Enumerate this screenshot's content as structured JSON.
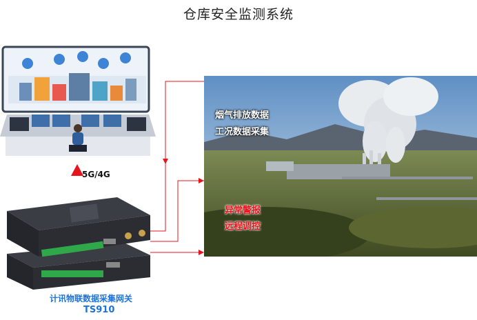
{
  "title": "仓库安全监测系统",
  "network_label": "5G/4G",
  "photo_labels": {
    "line1": "烟气排放数据",
    "line2": "工况数据采集",
    "line3": "异常警报",
    "line4": "远程调控"
  },
  "gateway": {
    "name": "计讯物联数据采集网关",
    "model": "TS910"
  },
  "colors": {
    "arrow": "#e8141b",
    "gateway_text": "#1e73d8",
    "device_body": "#2b2d33",
    "terminal_green": "#2fa84a"
  }
}
